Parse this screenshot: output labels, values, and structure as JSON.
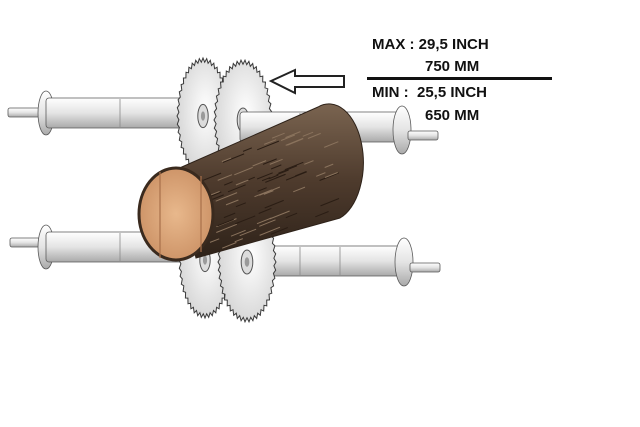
{
  "diagram": {
    "max_label": "MAX : 29,5 INCH",
    "max_metric": "750 MM",
    "min_label": "MIN :  25,5 INCH",
    "min_metric": "650 MM"
  },
  "colors": {
    "shaft": "#e6e6e6",
    "shaft_stroke": "#5a5a5a",
    "blade": "#e9e9e9",
    "bark": "#5b4636",
    "bark_dark": "#3c2d22",
    "wood_face": "#d9a57a",
    "wood_ring": "#b8825a",
    "arrow_stroke": "#222222",
    "text": "#111111"
  },
  "icons": [
    "arrow-left-icon"
  ]
}
